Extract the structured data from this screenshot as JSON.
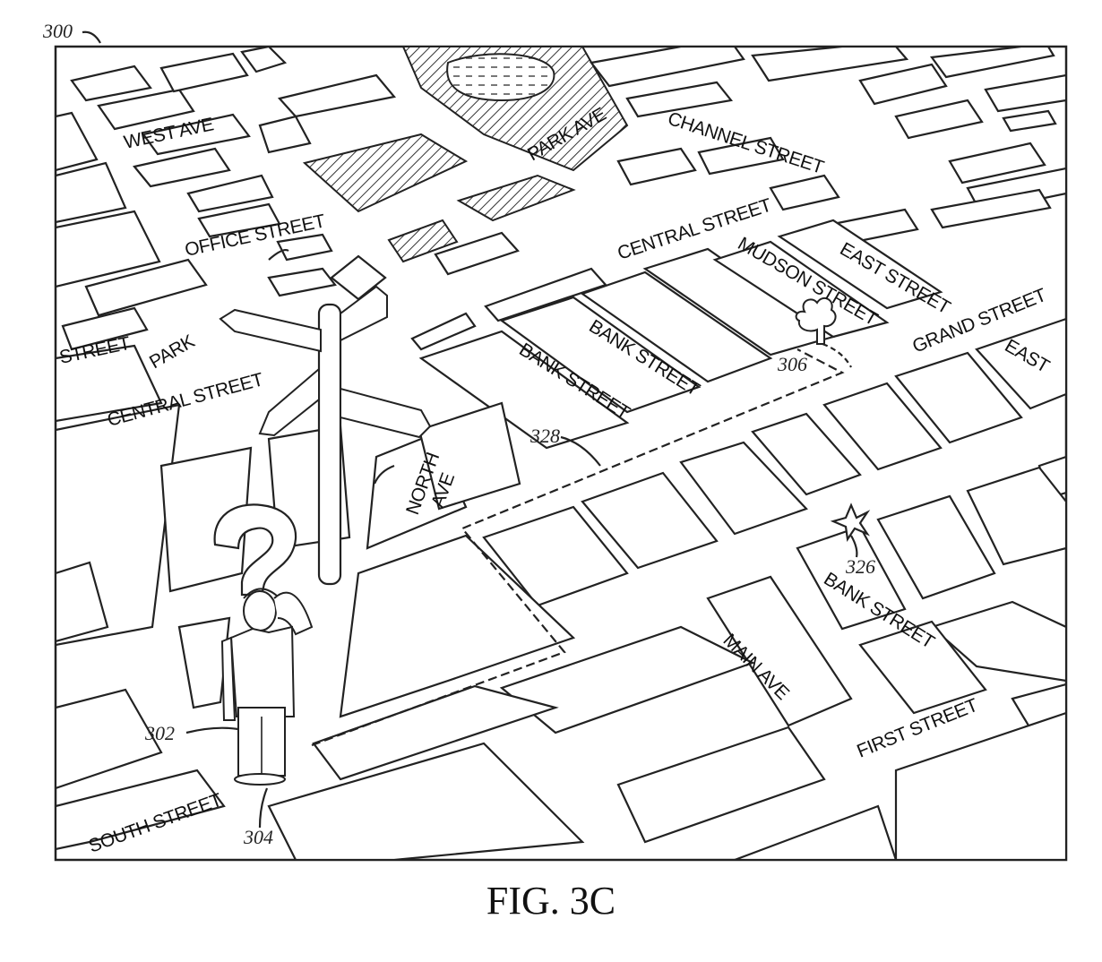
{
  "figure": {
    "caption": "FIG. 3C",
    "ref_numerals": {
      "map": "300",
      "user": "302",
      "user_location": "304",
      "destination": "306",
      "waypoint": "326",
      "route": "328"
    }
  },
  "streets": {
    "west_ave": "WEST AVE",
    "park_ave": "PARK AVE",
    "channel_street": "CHANNEL STREET",
    "office_street": "OFFICE STREET",
    "central_street_top": "CENTRAL STREET",
    "mudson_street": "MUDSON STREET",
    "east_street": "EAST STREET",
    "grand_street": "GRAND STREET",
    "east": "EAST",
    "street": "STREET",
    "park": "PARK",
    "central_street_left": "CENTRAL STREET",
    "bank_street_1": "BANK STREET",
    "bank_street_2": "BANK STREET",
    "bank_street_3": "BANK STREET",
    "north_ave_1": "NORTH",
    "north_ave_2": "AVE",
    "main_ave": "MAIN AVE",
    "first_street": "FIRST STREET",
    "south_street": "SOUTH STREET"
  },
  "icons": {
    "user": "person-icon",
    "question": "question-mark-icon",
    "signpost": "signpost-icon",
    "destination": "tree-icon",
    "waypoint": "star-icon"
  }
}
